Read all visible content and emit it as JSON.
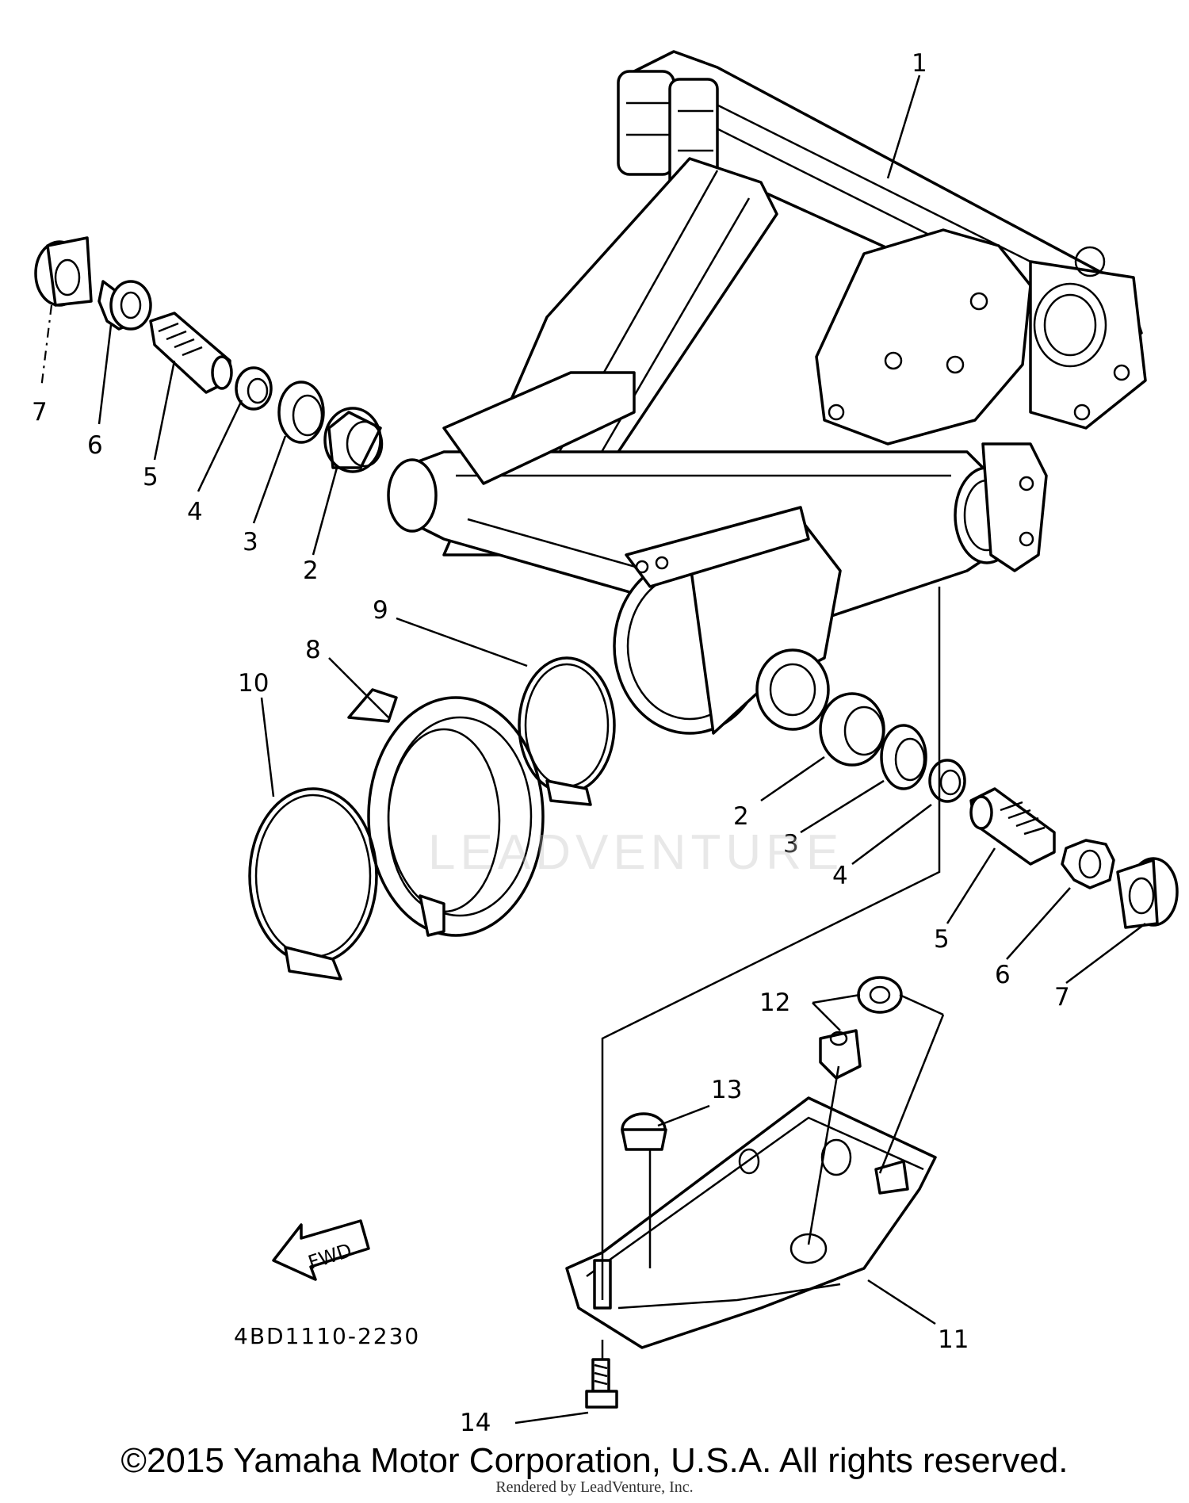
{
  "diagram": {
    "part_code": "4BD1110-2230",
    "fwd_label": "FWD",
    "callouts": {
      "c1": "1",
      "c2_left": "2",
      "c3_left": "3",
      "c4_left": "4",
      "c5_left": "5",
      "c6_left": "6",
      "c7_left": "7",
      "c8": "8",
      "c9": "9",
      "c10": "10",
      "c2_right": "2",
      "c3_right": "3",
      "c4_right": "4",
      "c5_right": "5",
      "c6_right": "6",
      "c7_right": "7",
      "c11": "11",
      "c12": "12",
      "c13": "13",
      "c14": "14"
    }
  },
  "watermark": "LEADVENTURE",
  "footer": {
    "copyright": "©2015 Yamaha Motor Corporation, U.S.A. All rights reserved.",
    "rendered_by": "Rendered by LeadVenture, Inc."
  }
}
